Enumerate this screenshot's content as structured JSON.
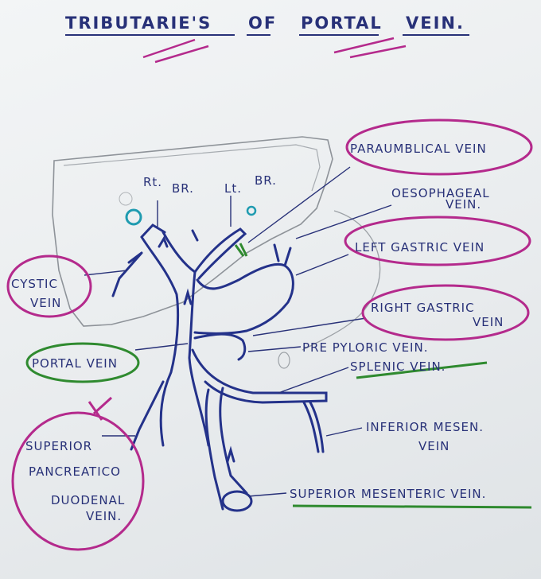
{
  "title": {
    "part1": "TRIBUTARIE'S",
    "part2": "OF",
    "part3": "PORTAL",
    "part4": "VEIN."
  },
  "labels": {
    "rt_br": "Rt.",
    "rt_br2": "BR.",
    "lt_br": "Lt.",
    "lt_br2": "BR.",
    "paraumbilical": "PARAUMBLICAL VEIN",
    "oesophageal1": "OESOPHAGEAL",
    "oesophageal2": "VEIN.",
    "left_gastric": "LEFT GASTRIC VEIN",
    "cystic1": "CYSTIC",
    "cystic2": "VEIN",
    "right_gastric1": "RIGHT GASTRIC",
    "right_gastric2": "VEIN",
    "prepyloric": "PRE PYLORIC VEIN.",
    "portal": "PORTAL VEIN",
    "splenic": "SPLENIC VEIN.",
    "superior_pancreatico1": "SUPERIOR",
    "superior_pancreatico2": "PANCREATICO",
    "superior_pancreatico3": "DUODENAL",
    "superior_pancreatico4": "VEIN.",
    "inferior_mesen1": "INFERIOR MESEN.",
    "inferior_mesen2": "VEIN",
    "superior_mesenteric": "SUPERIOR MESENTERIC VEIN."
  },
  "colors": {
    "vein": "#24328a",
    "ink": "#283178",
    "pencil": "#8e9399",
    "magenta": "#b42a8c",
    "green": "#2f8a2f",
    "teal": "#1f9bb0"
  }
}
